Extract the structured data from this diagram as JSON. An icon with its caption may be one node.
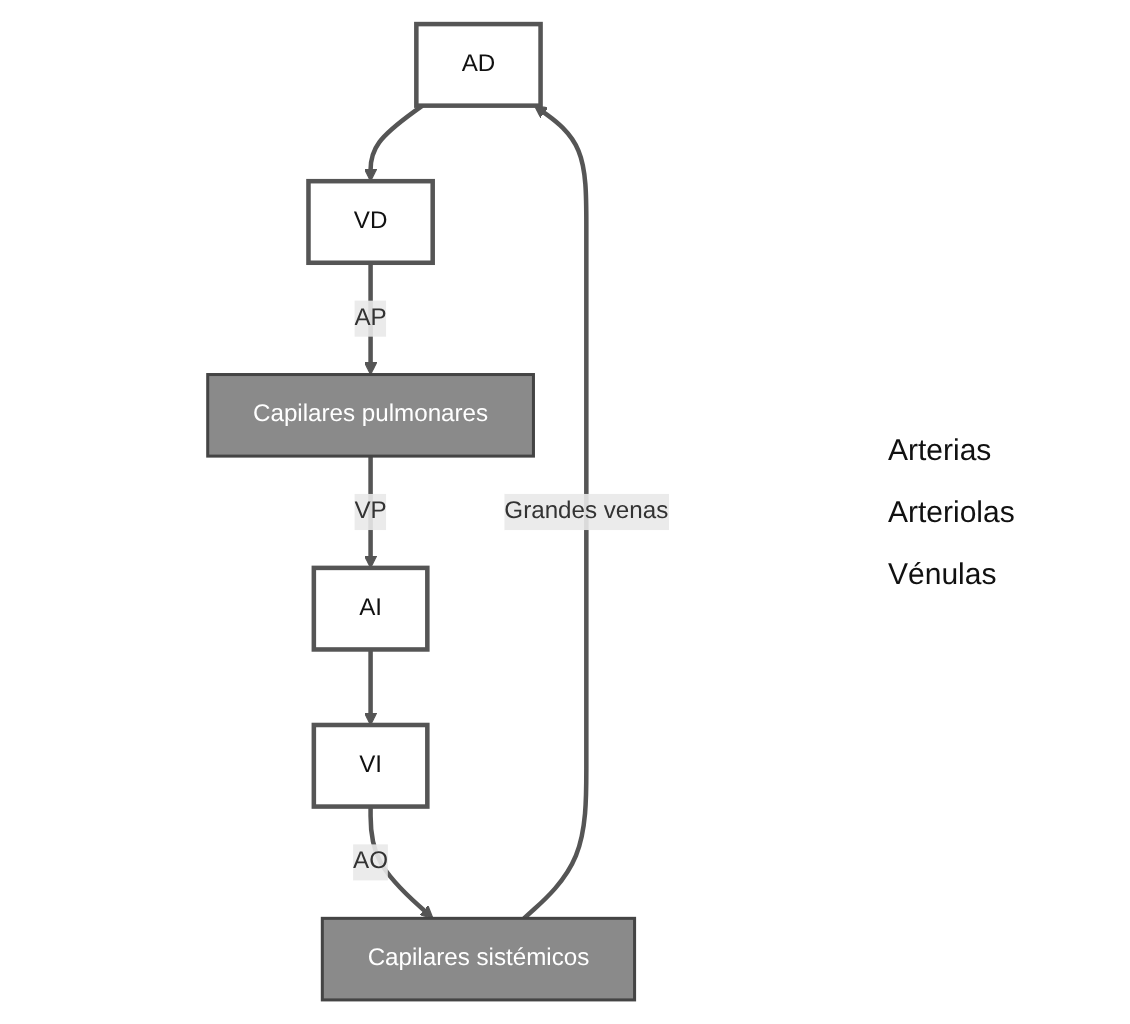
{
  "diagram": {
    "nodes": [
      {
        "text": [
          "AD"
        ]
      },
      {
        "text": [
          "AI"
        ]
      },
      {
        "text": [
          "VD"
        ]
      },
      {
        "text": [
          "VI"
        ]
      },
      {
        "text": [
          "Capilares pulmonares"
        ]
      },
      {
        "text": [
          "Capilares sistémicos"
        ]
      }
    ],
    "edges": [
      {
        "from": 0,
        "to": 2,
        "arrow": "to"
      },
      {
        "from": 1,
        "to": 3,
        "arrow": "to"
      },
      {
        "from": 2,
        "to": 4,
        "label": "AP",
        "arrow": "to"
      },
      {
        "from": 4,
        "to": 1,
        "label": "VP",
        "arrow": "to"
      },
      {
        "from": 3,
        "to": 5,
        "label": "AO",
        "arrow": "to"
      },
      {
        "from": 5,
        "to": 0,
        "label": "Grandes venas",
        "arrow": "to"
      }
    ],
    "labels": [
      "Arterias",
      "Arteriolas",
      "Vénulas"
    ]
  }
}
